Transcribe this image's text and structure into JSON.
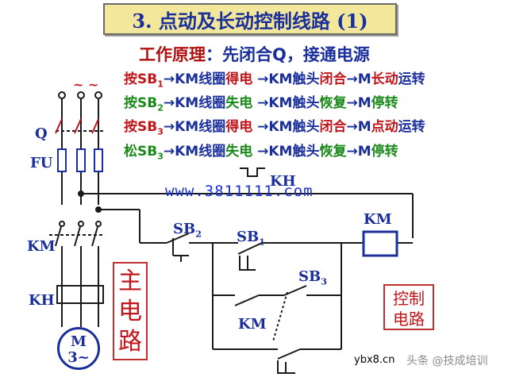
{
  "title": "3. 点动及长动控制线路 (1)",
  "principle": {
    "label": "工作原理",
    "text": "：先闭合Q，接通电源"
  },
  "lines": [
    {
      "a": "按SB",
      "sub": "1",
      "b": "→KM线圈",
      "c": "得电",
      "d": " →KM触头",
      "e": "闭合",
      "f": "→M",
      "g": "长动",
      "h": "运转",
      "col": "r"
    },
    {
      "a": "按SB",
      "sub": "2",
      "b": "→KM线圈",
      "c": "失电",
      "d": " →KM触头",
      "e": "恢复",
      "f": "→M",
      "g": "停转",
      "h": "",
      "col": "g"
    },
    {
      "a": "按SB",
      "sub": "3",
      "b": "→KM线圈",
      "c": "得电",
      "d": " →KM触头",
      "e": "闭合",
      "f": "→M",
      "g": "点动",
      "h": "运转",
      "col": "r"
    },
    {
      "a": "松SB",
      "sub": "3",
      "b": "→KM线圈",
      "c": "失电",
      "d": " →KM触头",
      "e": "恢复",
      "f": "→M",
      "g": "停转",
      "h": "",
      "col": "g"
    }
  ],
  "labels": {
    "q": "Q",
    "fu": "FU",
    "km_main": "KM",
    "kh_main": "KH",
    "kh_ctrl": "KH",
    "sb1": "SB",
    "sb1_sub": "1",
    "sb2": "SB",
    "sb2_sub": "2",
    "sb3": "SB",
    "sb3_sub": "3",
    "km_coil": "KM",
    "km_contact": "KM",
    "motor_m": "M",
    "motor_3": "3~",
    "tilde": "~ ~"
  },
  "boxes": {
    "main_circuit": [
      "主",
      "电",
      "路"
    ],
    "control_circuit": [
      "控制",
      "电路"
    ]
  },
  "watermark": {
    "url": "www.3811111.com",
    "site": "ybx8.cn",
    "brand": "头条 @技成培训"
  },
  "colors": {
    "wire": "#1a1a1a",
    "component": "#1a2f9c",
    "accent_red": "#c0151a",
    "title_bg": "#f2e79a"
  }
}
